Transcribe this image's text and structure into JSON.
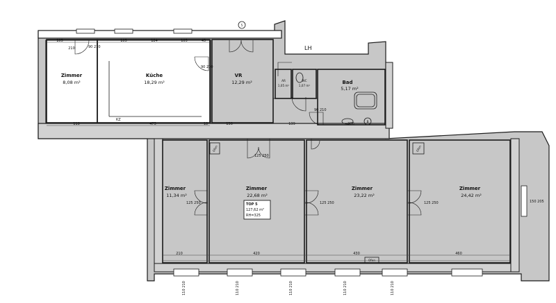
{
  "rooms": [
    {
      "id": "zimmer1",
      "name": "Zimmer",
      "area": "8,08 m²"
    },
    {
      "id": "kueche",
      "name": "Küche",
      "area": "18,29 m²"
    },
    {
      "id": "vr",
      "name": "VR",
      "area": "12,29 m²"
    },
    {
      "id": "ar",
      "name": "AR",
      "area": "1,05 m²"
    },
    {
      "id": "wc",
      "name": "WC",
      "area": "1,07 m²"
    },
    {
      "id": "bad",
      "name": "Bad",
      "area": "5,17 m²"
    },
    {
      "id": "zimmer2",
      "name": "Zimmer",
      "area": "11,34 m²"
    },
    {
      "id": "zimmer3",
      "name": "Zimmer",
      "area": "22,68 m²"
    },
    {
      "id": "zimmer4",
      "name": "Zimmer",
      "area": "23,22 m²"
    },
    {
      "id": "zimmer5",
      "name": "Zimmer",
      "area": "24,42 m²"
    }
  ],
  "top": {
    "title": "TOP 5",
    "area": "127,62 m²",
    "height": "RH=325"
  },
  "labels": {
    "lh": "LH",
    "kz": "KZ",
    "stair": "5",
    "shaft": "B",
    "ofen": "Ofen"
  },
  "dims_top": [
    "105",
    "210",
    "105",
    "184",
    "105",
    "45"
  ],
  "dims_mid": [
    "118",
    "475",
    "18",
    "136",
    "139",
    "286"
  ],
  "dims_bottom": [
    "210",
    "420",
    "430",
    "460"
  ],
  "windows": [
    "110\n210",
    "110\n210",
    "110\n210",
    "110\n210",
    "110\n210",
    "150\n205"
  ],
  "doors": [
    "125\n250",
    "125\n250",
    "125\n250",
    "125\n250",
    "90\n210",
    "90\n210",
    "90\n210"
  ]
}
